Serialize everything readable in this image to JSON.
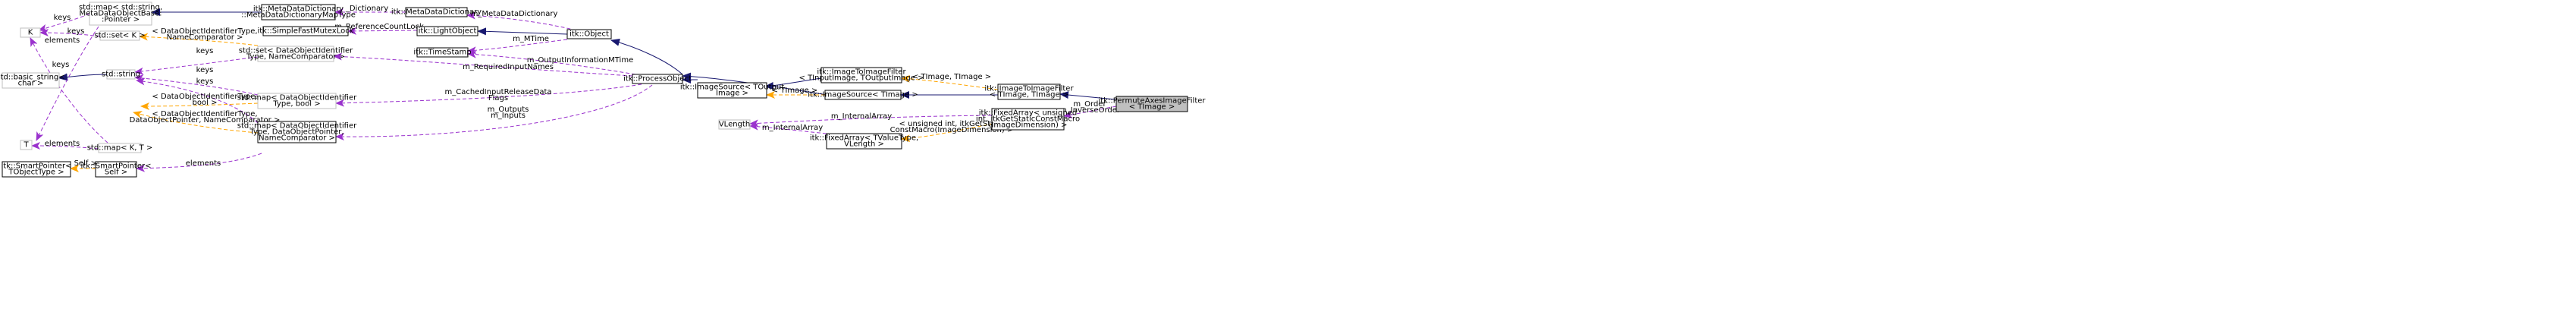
{
  "nodes": {
    "std_map_string_meta": [
      "std::map< std::string,",
      "MetaDataObjectBase:",
      ":Pointer >"
    ],
    "meta_dict_map_type": [
      "itk::MetaDataDictionary",
      "::MetaDataDictionaryMapType"
    ],
    "meta_dict": [
      "itk::MetaDataDictionary"
    ],
    "simple_mutex": [
      "itk::SimpleFastMutexLock"
    ],
    "light_object": [
      "itk::LightObject"
    ],
    "object": [
      "itk::Object"
    ],
    "time_stamp": [
      "itk::TimeStamp"
    ],
    "K": [
      "K"
    ],
    "std_set_K": [
      "std::set< K >"
    ],
    "std_set_doid": [
      "std::set< DataObjectIdentifier",
      "Type, NameComparator >"
    ],
    "std_basic_string": [
      "std::basic_string<",
      "char >"
    ],
    "std_string": [
      "std::string"
    ],
    "T": [
      "T"
    ],
    "std_map_KT": [
      "std::map< K, T >"
    ],
    "std_map_doid_bool": [
      "std::map< DataObjectIdentifier",
      "Type, bool >"
    ],
    "std_map_doid_ptr": [
      "std::map< DataObjectIdentifier",
      "Type, DataObjectPointer,",
      "NameComparator >"
    ],
    "smart_ptr_T": [
      "itk::SmartPointer<",
      "TObjectType >"
    ],
    "smart_ptr_self": [
      "itk::SmartPointer<",
      "Self >"
    ],
    "process_object": [
      "itk::ProcessObject"
    ],
    "image_source_out": [
      "itk::ImageSource< TOutput",
      "Image >"
    ],
    "image_to_image_tpl": [
      "itk::ImageToImageFilter",
      "< TInputImage, TOutputImage >"
    ],
    "image_source_timage": [
      "itk::ImageSource< TImage >"
    ],
    "image_to_image_timage": [
      "itk::ImageToImageFilter",
      "< TImage, TImage >"
    ],
    "permute_axes": [
      "itk::PermuteAxesImageFilter",
      "< TImage >"
    ],
    "fixed_array_uint": [
      "itk::FixedArray< unsigned",
      "int, itkGetStaticConstMacro",
      "(ImageDimension) >"
    ],
    "vlength": [
      "VLength"
    ],
    "fixed_array_tpl": [
      "itk::FixedArray< TValueType,",
      "VLength >"
    ]
  },
  "edges": {
    "keys": "keys",
    "elements": "elements",
    "m_dictionary": "_Dictionary",
    "m_metadatadictionary": "m_MetaDataDictionary",
    "m_referencecountlock": "m_ReferenceCountLock",
    "m_mtime": "m_MTime",
    "doid_namecomparator": "< DataObjectIdentifierType,\nNameComparator >",
    "m_outputinformationmtime": "m_OutputInformationMTime",
    "m_requiredinputnames": "m_RequiredInputNames",
    "m_cachedinputreleasedataflags": "m_CachedInputReleaseData\nFlags",
    "doid_bool": "< DataObjectIdentifierType,\nbool >",
    "doid_ptr_namecomparator": "< DataObjectIdentifierType,\nDataObjectPointer, NameComparator >",
    "m_outputs_inputs": "m_Outputs\nm_Inputs",
    "self": "< Self >",
    "timage": "< TImage >",
    "timage_timage": "< TImage, TImage >",
    "m_internalarray": "m_InternalArray",
    "uint_getstatic": "< unsigned int, itkGetStatic\nConstMacro(ImageDimension) >",
    "m_order_inverseorder": "m_Order\nm_InverseOrder"
  },
  "colors": {
    "inheritance": "#191970",
    "usage": "#9a32cd",
    "template": "#ffa500",
    "focus_fill": "#bfbfbf",
    "undocumented_border": "#bfbfbf"
  }
}
